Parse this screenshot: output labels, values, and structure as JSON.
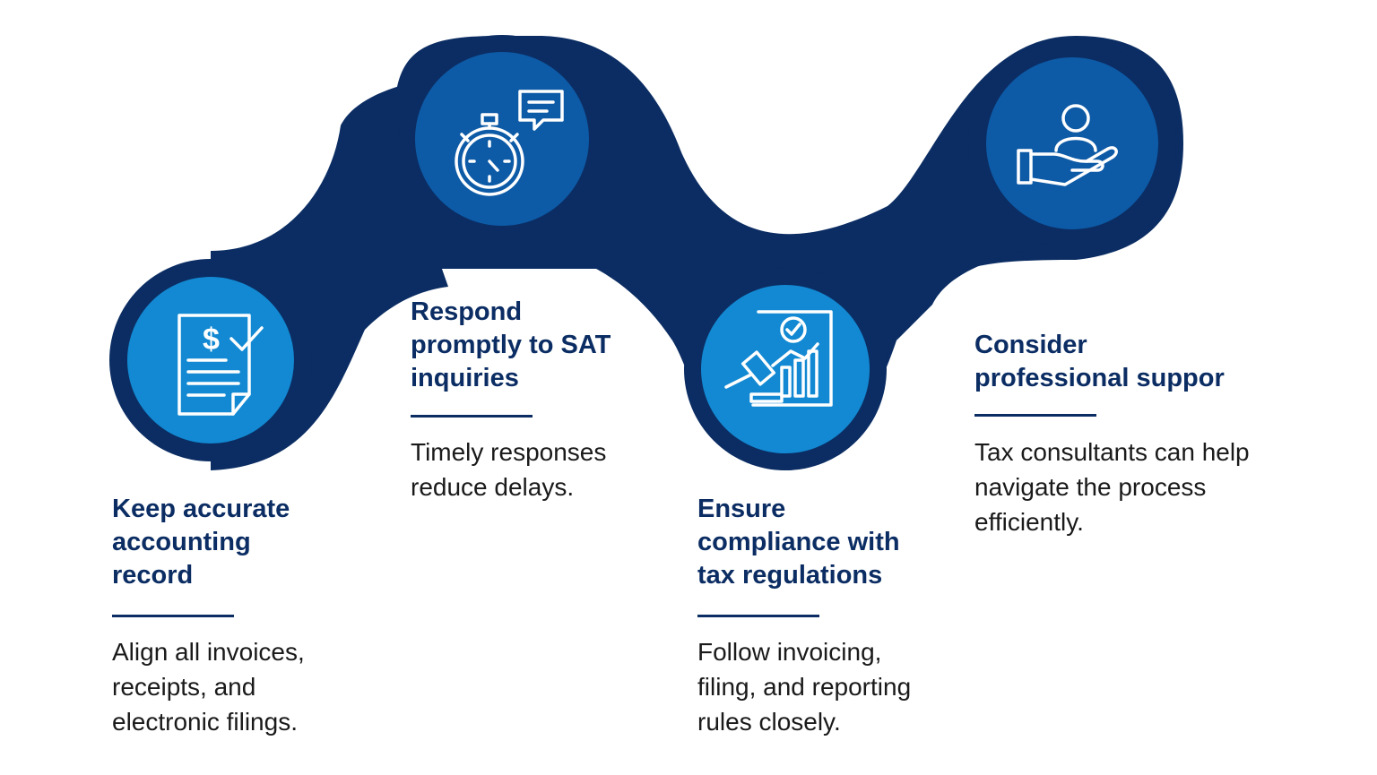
{
  "colors": {
    "band": "#0b2d63",
    "circle_dark": "#0d5aa6",
    "circle_light": "#1289d2",
    "icon": "#ffffff",
    "title": "#0b2d63",
    "text": "#1a1a1a"
  },
  "steps": [
    {
      "icon": "invoice-check-icon",
      "title": "Keep accurate\naccounting\nrecord",
      "description": "Align all invoices,\nreceipts, and\nelectronic filings."
    },
    {
      "icon": "stopwatch-message-icon",
      "title": "Respond\npromptly to SAT\ninquiries",
      "description": "Timely responses\nreduce delays."
    },
    {
      "icon": "gavel-report-icon",
      "title": "Ensure\ncompliance with\ntax regulations",
      "description": "Follow invoicing,\nfiling, and reporting\nrules closely."
    },
    {
      "icon": "hand-person-icon",
      "title": "Consider\nprofessional suppor",
      "description": "Tax consultants can help\nnavigate the process\nefficiently."
    }
  ]
}
